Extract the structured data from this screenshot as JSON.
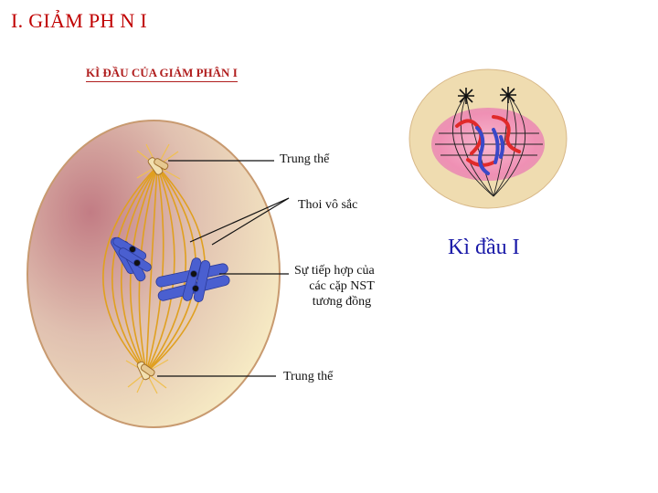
{
  "slide": {
    "title": "I. GIẢM PH N I"
  },
  "diagram": {
    "heading": "KÌ ĐẦU CỦA GIẢM PHÂN I",
    "labels": {
      "centrosome_top": "Trung thể",
      "spindle": "Thoi vô sắc",
      "synapsis_line1": "Sự tiếp hợp của",
      "synapsis_line2": "các cặp NST",
      "synapsis_line3": "tương đồng",
      "centrosome_bottom": "Trung thể"
    }
  },
  "photo": {
    "caption": "Kì đầu I"
  },
  "colors": {
    "title": "#c00000",
    "heading": "#b01e1e",
    "caption": "#1a1aa8",
    "chromosome": "#4a5fd0",
    "spindle": "#e0a020"
  }
}
